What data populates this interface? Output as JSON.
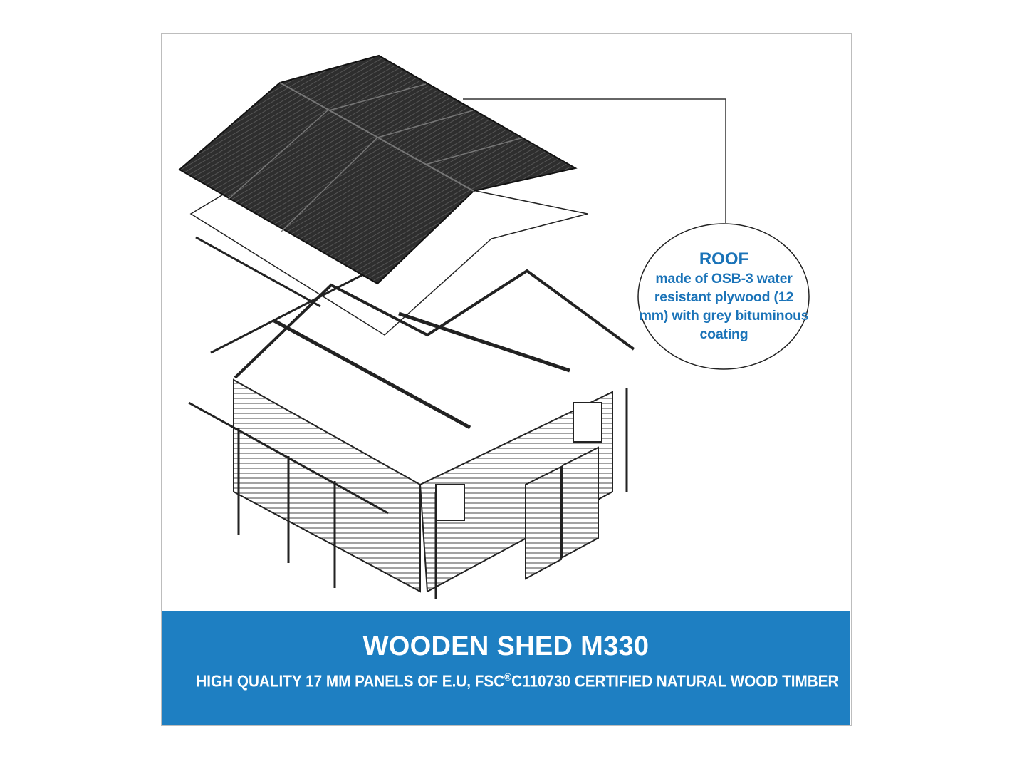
{
  "callout": {
    "title": "ROOF",
    "description": "made of OSB-3 water resistant plywood (12 mm) with grey bituminous coating"
  },
  "banner": {
    "title": "WOODEN SHED M330",
    "subtitle_before": "HIGH QUALITY 17 MM PANELS OF E.U, FSC",
    "registered_mark": "®",
    "subtitle_after": "C110730 CERTIFIED NATURAL WOOD TIMBER"
  },
  "colors": {
    "accent": "#1e7fc2",
    "callout_text": "#1a73b8",
    "roof": "#2e2e2e"
  }
}
